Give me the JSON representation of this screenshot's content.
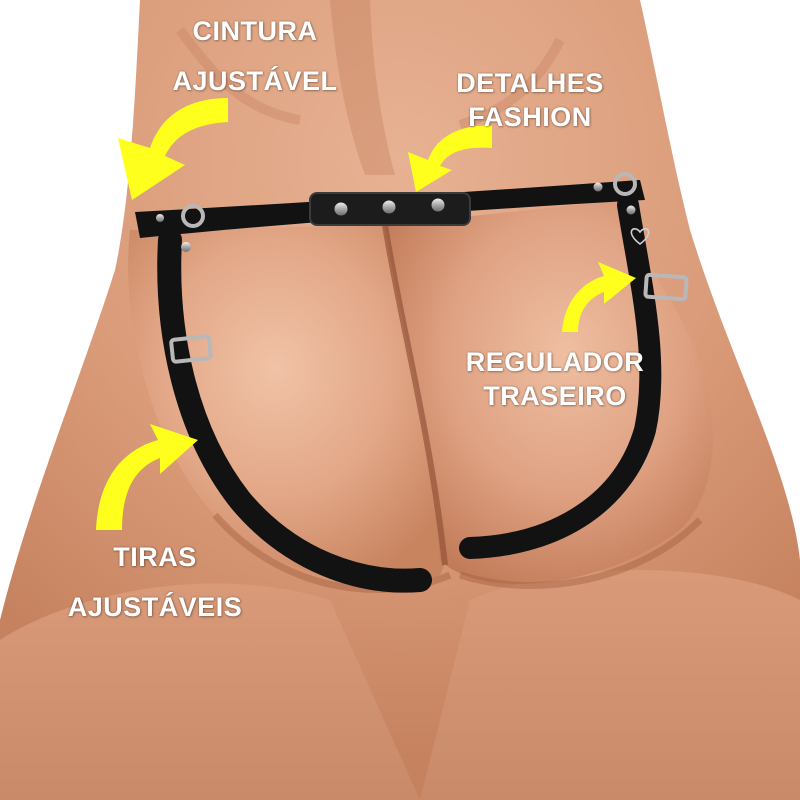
{
  "labels": {
    "cintura": {
      "line1": "CINTURA",
      "line2": "AJUSTÁVEL"
    },
    "detalhes": {
      "line1": "DETALHES",
      "line2": "FASHION"
    },
    "regulador": {
      "line1": "REGULADOR",
      "line2": "TRASEIRO"
    },
    "tiras": {
      "line1": "TIRAS",
      "line2": "AJUSTÁVEIS"
    }
  },
  "colors": {
    "label_text": "#ffffff",
    "arrow": "#ffff1e",
    "skin": "#e0a88a",
    "skin_shadow": "#b9785c",
    "strap": "#121212",
    "buckle": "#b8b8b8",
    "background": "#ffffff"
  },
  "icons": [
    "curved-arrow-icon",
    "rivet-icon",
    "buckle-icon",
    "ring-icon",
    "heart-logo-icon"
  ]
}
